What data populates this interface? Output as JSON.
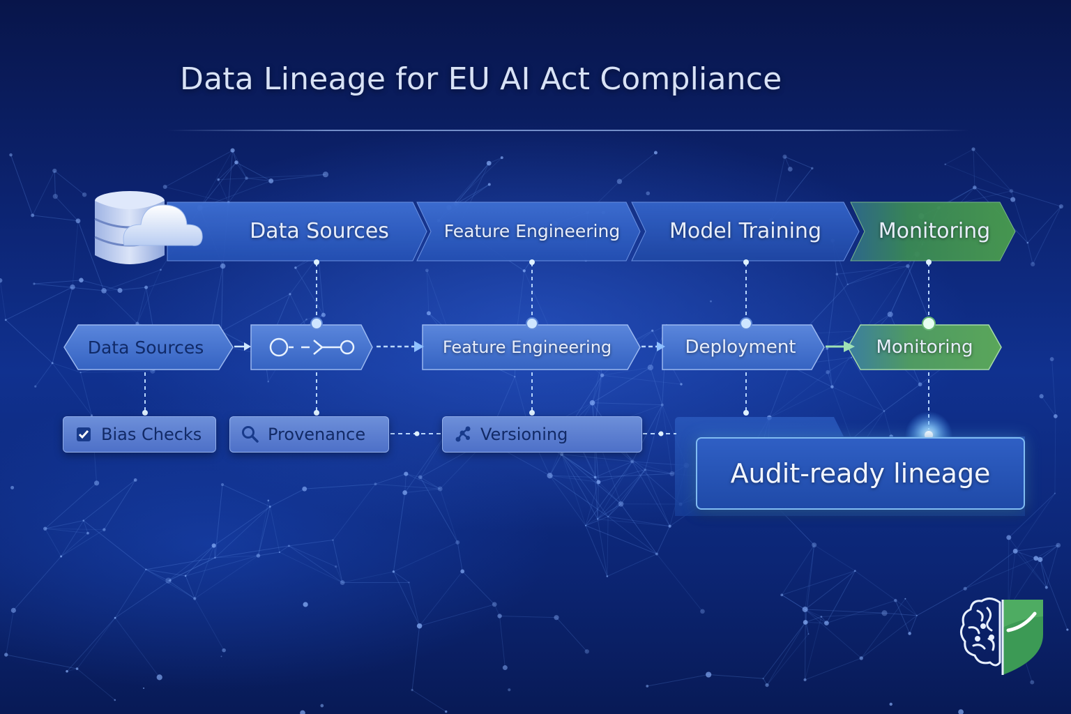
{
  "title": "Data Lineage for EU AI Act Compliance",
  "pipeline_top": [
    {
      "label": "Data Sources"
    },
    {
      "label": "Feature Engineering"
    },
    {
      "label": "Model Training"
    },
    {
      "label": "Monitoring"
    }
  ],
  "pipeline_mid": [
    {
      "label": "Data Sources"
    },
    {
      "label": ""
    },
    {
      "label": "Feature Engineering"
    },
    {
      "label": "Deployment"
    },
    {
      "label": "Monitoring"
    }
  ],
  "governance": [
    {
      "label": "Bias Checks",
      "icon": "checkbox-icon"
    },
    {
      "label": "Provenance",
      "icon": "magnifier-icon"
    },
    {
      "label": "Versioning",
      "icon": "branch-icon"
    }
  ],
  "audit": {
    "label": "Audit-ready lineage"
  },
  "colors": {
    "background": "#0c2370",
    "stage_blue": "#2d5dc0",
    "stage_green": "#3f8d4c",
    "tag_fill": "#5f82d2",
    "glow": "#8fd0ff"
  },
  "icons": {
    "top_left": "database-cloud-icon",
    "pipe_node": "pipeline-connector-icon",
    "logo": "brain-shield-logo"
  }
}
